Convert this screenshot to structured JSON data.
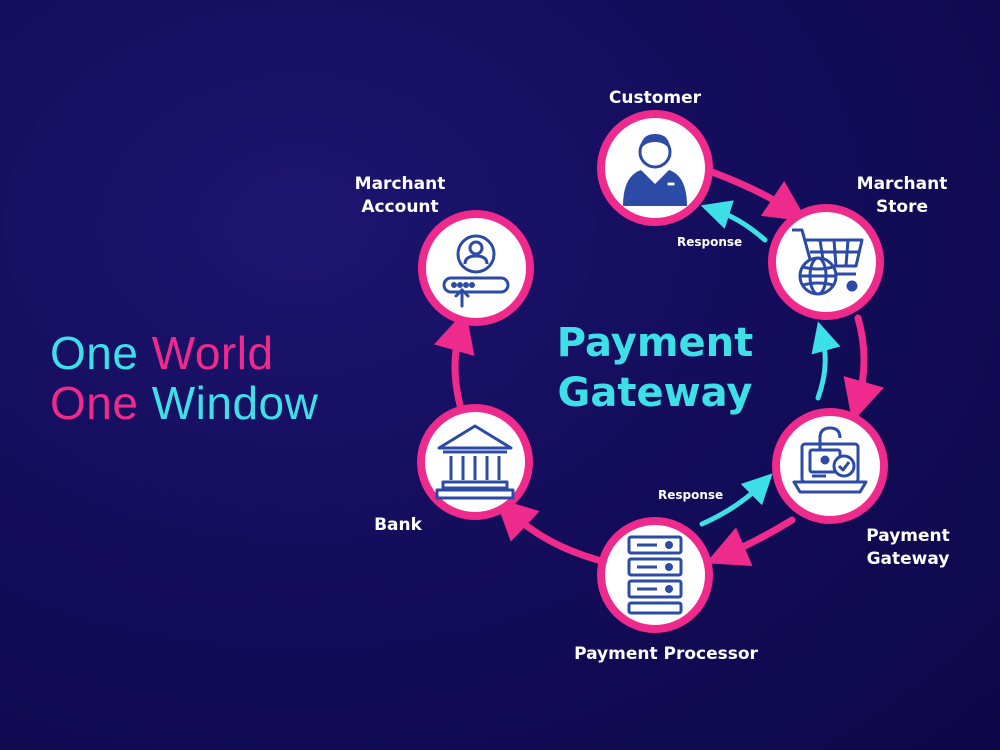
{
  "slogan": {
    "line1": {
      "word1": "One",
      "word2": "World"
    },
    "line2": {
      "word1": "One",
      "word2": "Window"
    }
  },
  "center_title": {
    "line1": "Payment",
    "line2": "Gateway"
  },
  "nodes": {
    "customer": {
      "label": "Customer"
    },
    "merchant_store": {
      "line1": "Marchant",
      "line2": "Store"
    },
    "payment_gateway": {
      "line1": "Payment",
      "line2": "Gateway"
    },
    "payment_processor": {
      "label": "Payment Processor"
    },
    "bank": {
      "label": "Bank"
    },
    "merchant_account": {
      "line1": "Marchant",
      "line2": "Account"
    }
  },
  "responses": {
    "top": "Response",
    "bottom": "Response"
  },
  "colors": {
    "background": "#140d5c",
    "ring_pink": "#ee2a8c",
    "accent_cyan": "#3ee0e8",
    "icon_blue": "#2b4ba6",
    "node_fill": "#ffffff"
  }
}
